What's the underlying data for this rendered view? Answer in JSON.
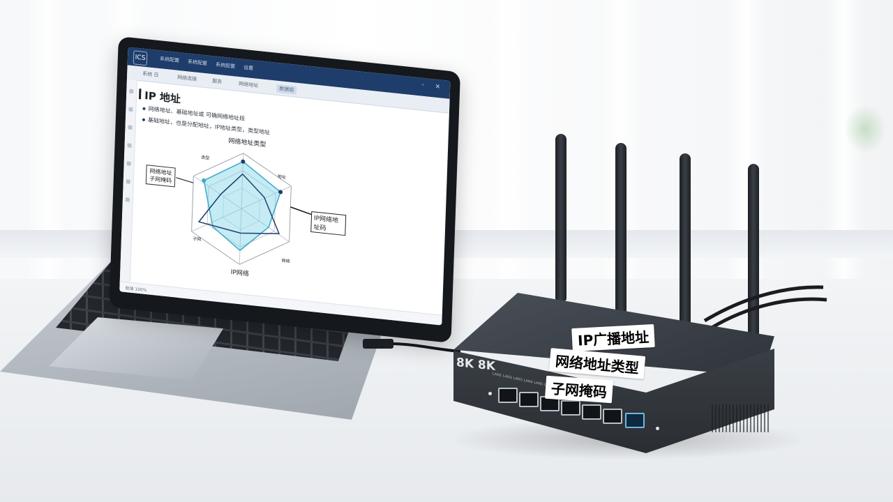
{
  "laptop_app": {
    "logo": "ICS",
    "titlebar_items": [
      "系统配置",
      "系统配置",
      "系统配置",
      "设置"
    ],
    "ribbon_items": [
      "系统 日",
      "网络连接",
      "服务",
      "网络地址",
      "数据组"
    ],
    "doc_title": "IP 地址",
    "bullets": [
      "网络地址、基础地址或 可确网络地址段",
      "基础地址，也是分配地址，IP地址类型，类型地址"
    ],
    "radar": {
      "top_label": "网络地址类型",
      "right_label": "IP网络地址码",
      "bottom_label": "IP网络",
      "left_callout_line1": "网络地址",
      "left_callout_line2": "子网掩码",
      "small_labels": [
        "类型",
        "地址",
        "子网",
        "网络"
      ]
    },
    "status_text": "就绪 100%"
  },
  "router": {
    "brand": "8K 8K",
    "stickers": [
      "IP广播地址",
      "网络地址类型",
      "子网掩码"
    ],
    "port_labels": "LAN1 LAN2 LAN3 LAN4 LAN5 LAN6 WAN"
  },
  "colors": {
    "titlebar": "#1e3d6b",
    "radar_fill": "#7fd3e6",
    "radar_line": "#1e3d6b",
    "lan_port": "#6fb7e6"
  }
}
